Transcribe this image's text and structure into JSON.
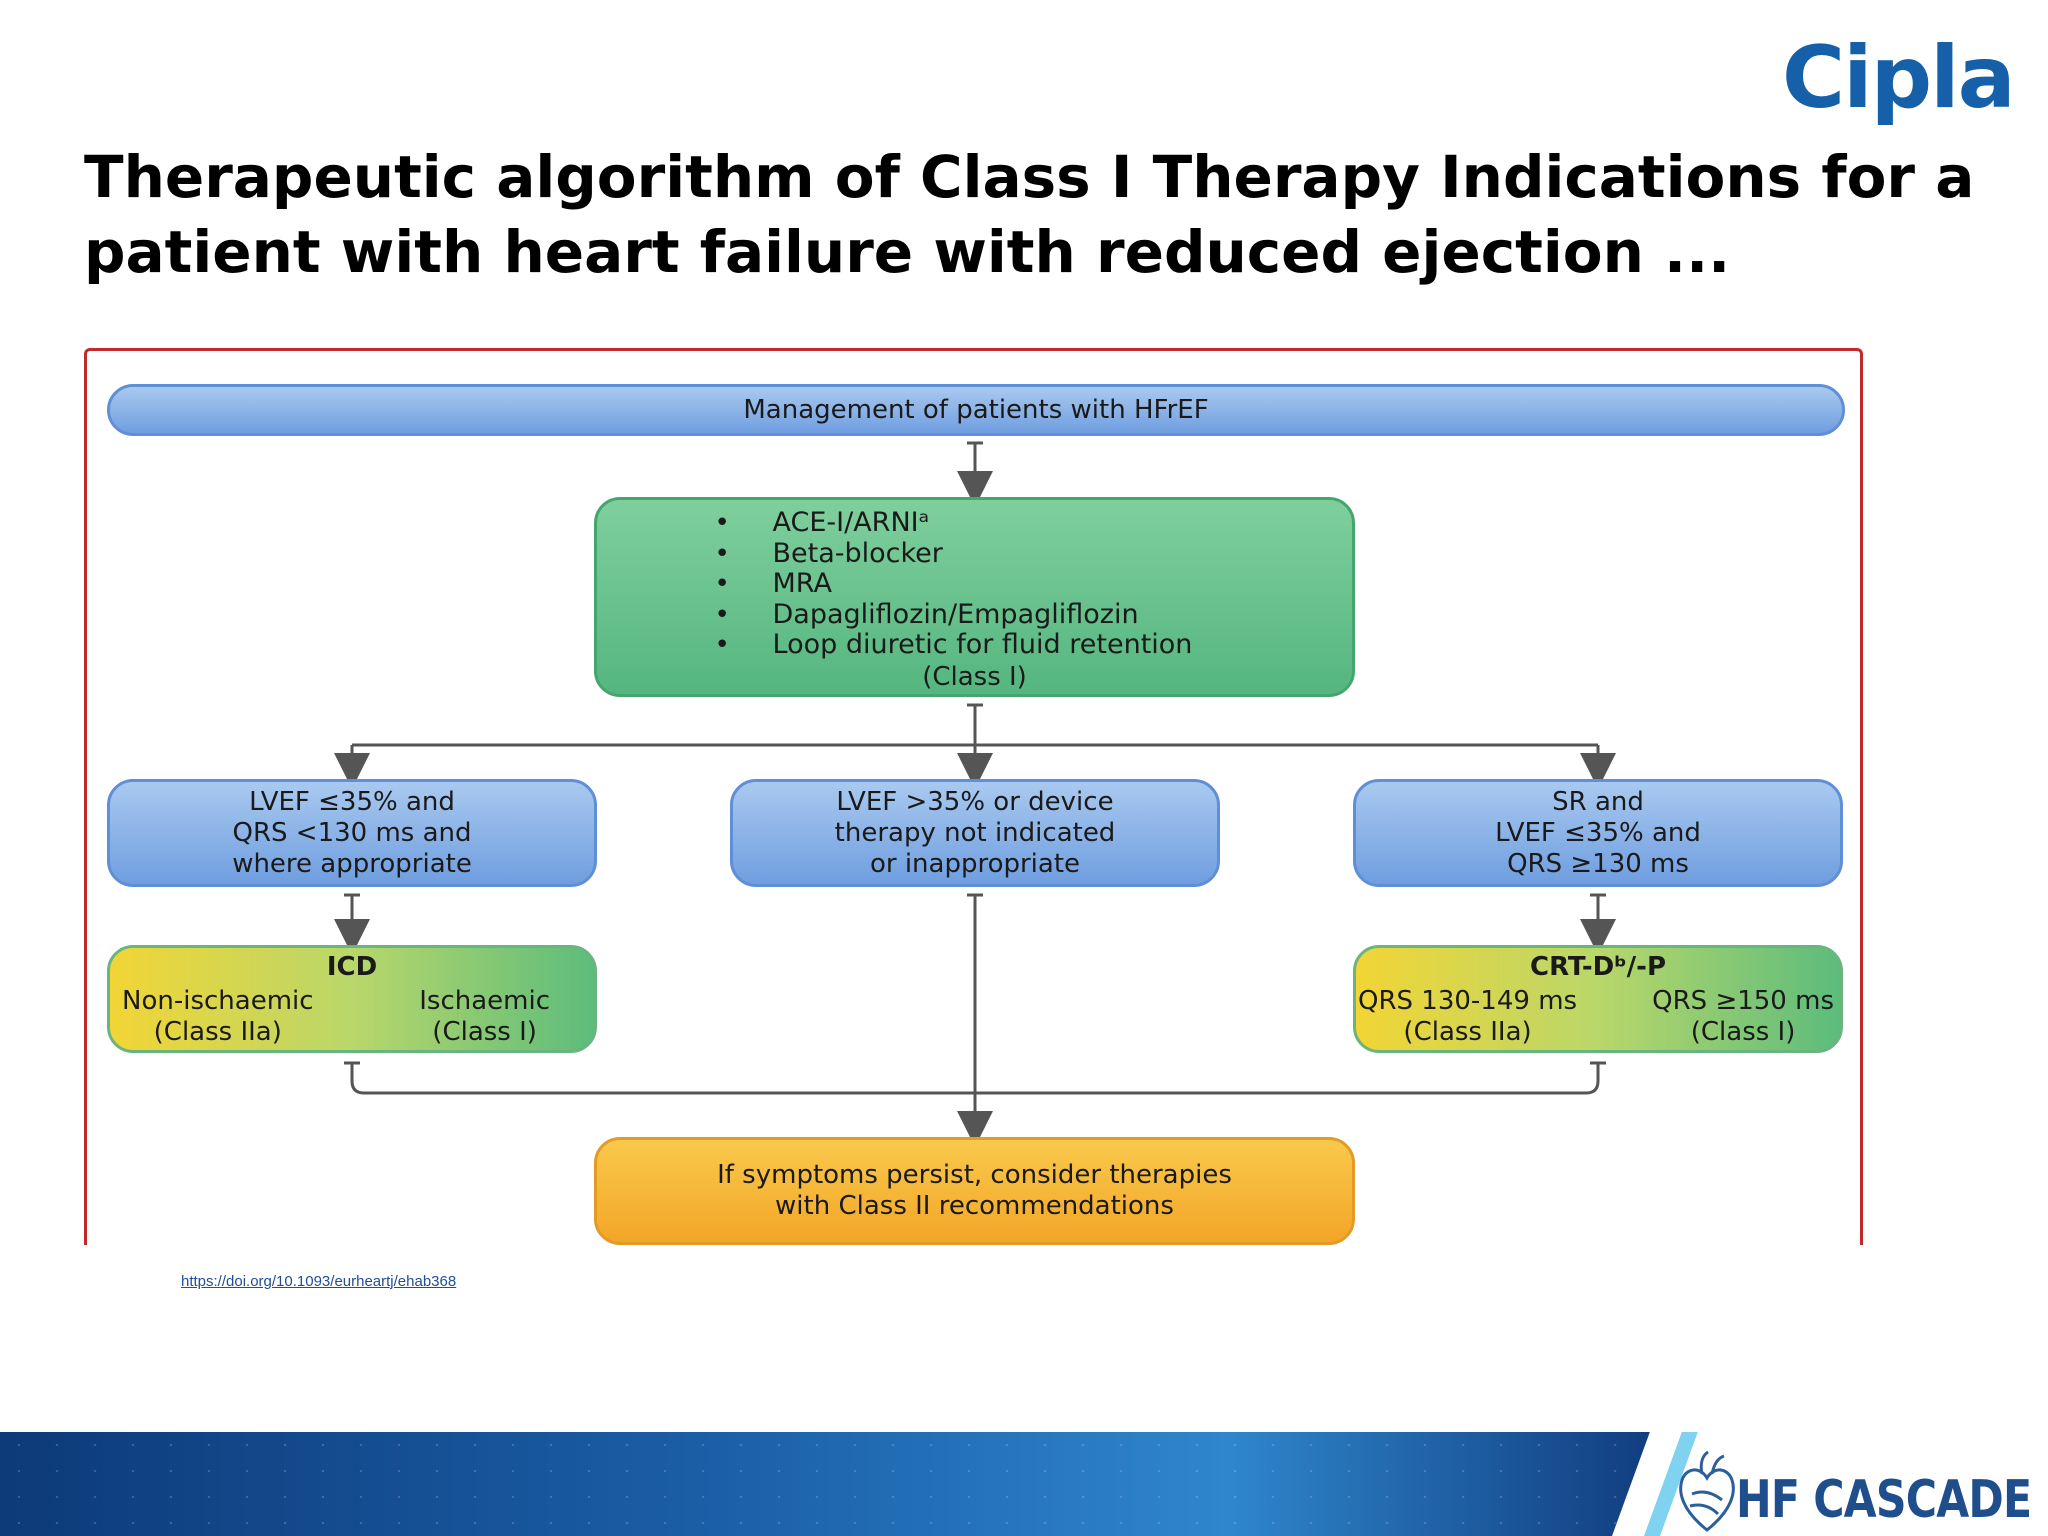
{
  "logo": "Cipla",
  "title": {
    "line1": "Therapeutic algorithm of Class I Therapy Indications for a",
    "line2": "patient with heart failure with reduced ejection ..."
  },
  "diagram": {
    "top": "Management of patients with HFrEF",
    "drugs": [
      "ACE-I/ARNIᵃ",
      "Beta-blocker",
      "MRA",
      "Dapagliflozin/Empagliflozin",
      "Loop diuretic for fluid retention"
    ],
    "drugs_class": "(Class I)",
    "left": [
      "LVEF ≤35% and",
      "QRS <130 ms and",
      "where appropriate"
    ],
    "middle": [
      "LVEF >35% or device",
      "therapy not indicated",
      "or inappropriate"
    ],
    "right": [
      "SR and",
      "LVEF ≤35% and",
      "QRS ≥130 ms"
    ],
    "icd": {
      "header": "ICD",
      "col1": [
        "Non-ischaemic",
        "(Class IIa)"
      ],
      "col2": [
        "Ischaemic",
        "(Class I)"
      ]
    },
    "crt": {
      "header": "CRT-Dᵇ/-P",
      "col1": [
        "QRS 130-149 ms",
        "(Class IIa)"
      ],
      "col2": [
        "QRS ≥150 ms",
        "(Class I)"
      ]
    },
    "end": [
      "If symptoms persist, consider therapies",
      "with Class II recommendations"
    ]
  },
  "reference": "https://doi.org/10.1093/eurheartj/ehab368",
  "footer_brand": "HF CASCADE",
  "colors": {
    "frame": "#c22a2a",
    "blue_box": "#6f9ee0",
    "green_box": "#55b67f",
    "orange_box": "#f3a627",
    "logo": "#1560a8"
  }
}
